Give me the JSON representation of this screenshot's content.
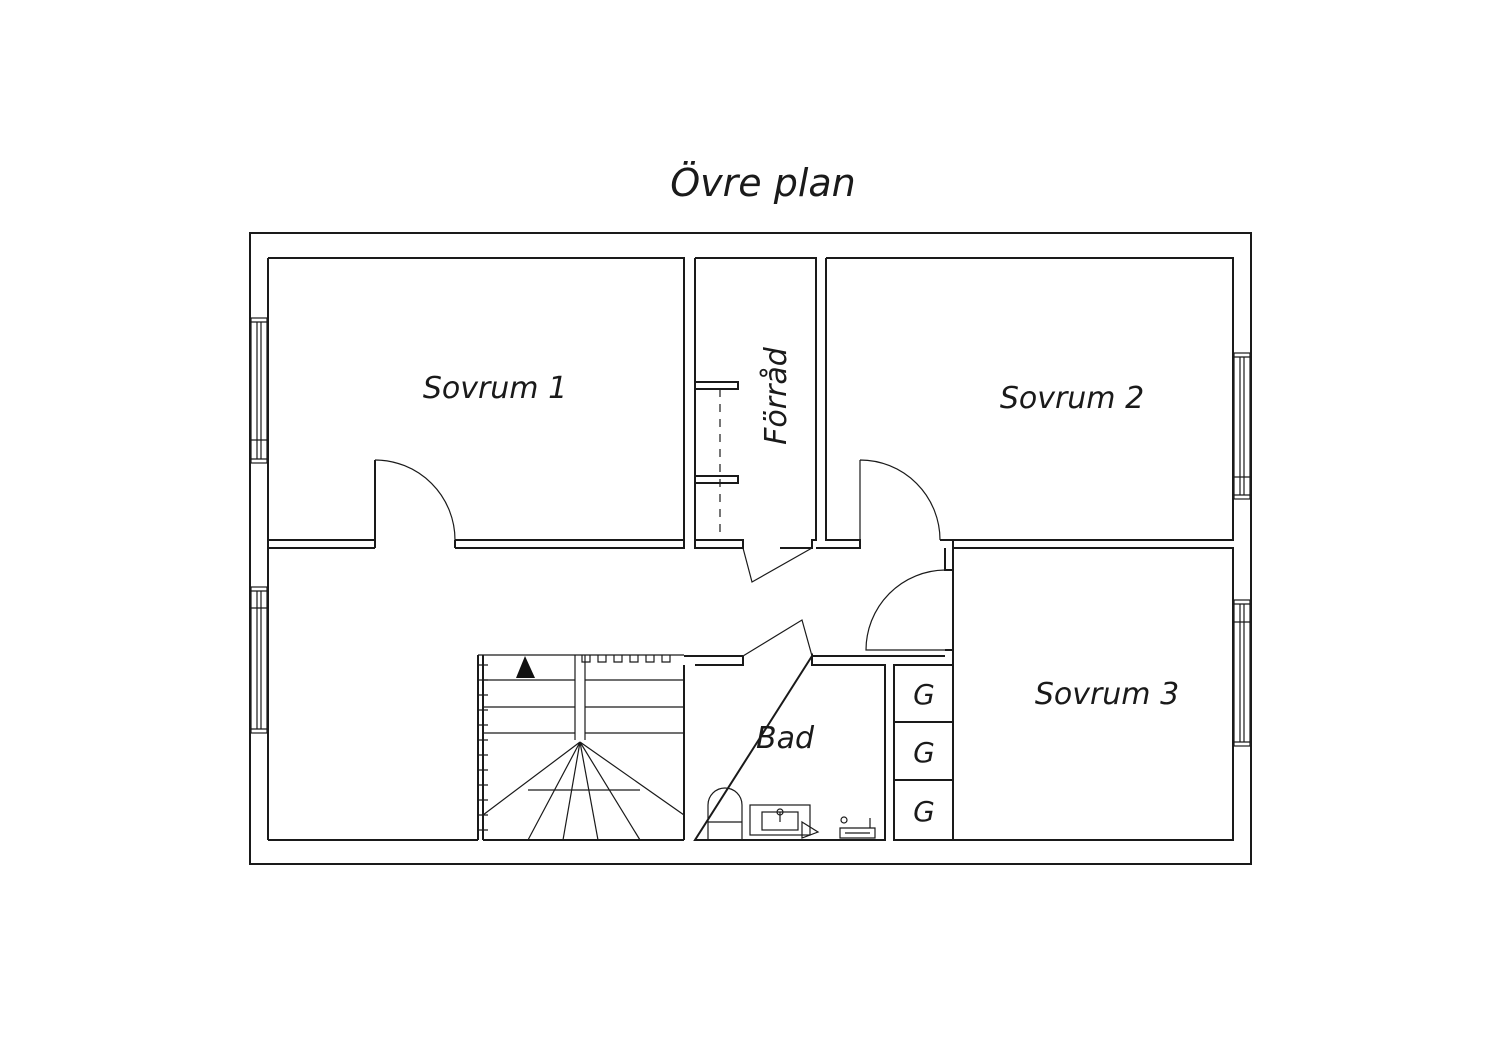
{
  "title": "Övre plan",
  "rooms": {
    "sovrum1": "Sovrum 1",
    "sovrum2": "Sovrum 2",
    "sovrum3": "Sovrum 3",
    "forrad": "Förråd",
    "bad": "Bad"
  },
  "wardrobes": [
    "G",
    "G",
    "G"
  ]
}
